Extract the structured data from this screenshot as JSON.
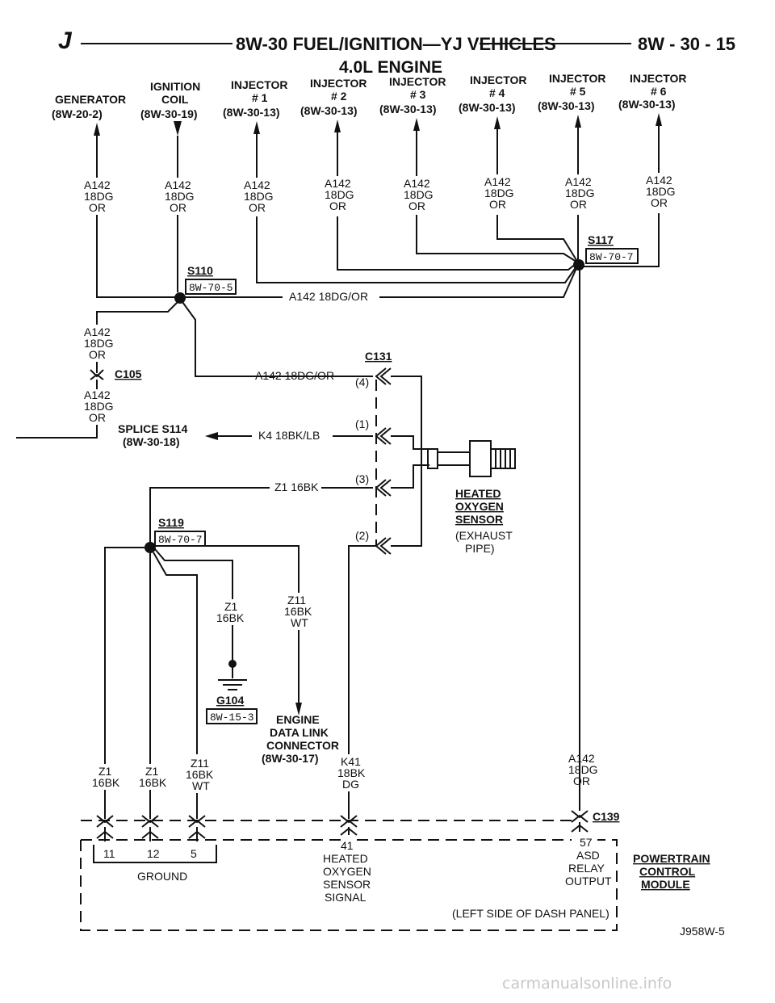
{
  "header": {
    "left": "J",
    "title": "8W-30 FUEL/IGNITION—YJ VEHICLES",
    "page": "8W - 30 - 15",
    "subtitle": "4.0L ENGINE"
  },
  "top_components": [
    {
      "name": "GENERATOR",
      "sub": "",
      "ref": "(8W-20-2)"
    },
    {
      "name": "IGNITION",
      "sub": "COIL",
      "ref": "(8W-30-19)"
    },
    {
      "name": "INJECTOR",
      "sub": "# 1",
      "ref": "(8W-30-13)"
    },
    {
      "name": "INJECTOR",
      "sub": "# 2",
      "ref": "(8W-30-13)"
    },
    {
      "name": "INJECTOR",
      "sub": "# 3",
      "ref": "(8W-30-13)"
    },
    {
      "name": "INJECTOR",
      "sub": "# 4",
      "ref": "(8W-30-13)"
    },
    {
      "name": "INJECTOR",
      "sub": "# 5",
      "ref": "(8W-30-13)"
    },
    {
      "name": "INJECTOR",
      "sub": "# 6",
      "ref": "(8W-30-13)"
    }
  ],
  "wire_label": {
    "circuit": "A142",
    "gauge": "18DG",
    "color": "OR"
  },
  "splices": {
    "s117": {
      "name": "S117",
      "ref": "8W-70-7"
    },
    "s110": {
      "name": "S110",
      "ref": "8W-70-5"
    },
    "s119": {
      "name": "S119",
      "ref": "8W-70-7"
    }
  },
  "wires": {
    "a142_h": "A142 18DG/OR",
    "a142_c131": "A142 18DG/OR",
    "k4": "K4 18BK/LB",
    "z1": "Z1 16BK"
  },
  "connectors": {
    "c105": "C105",
    "c131": "C131",
    "c139": "C139",
    "pins": [
      "(4)",
      "(1)",
      "(3)",
      "(2)"
    ]
  },
  "splice_s114": {
    "line1": "SPLICE S114",
    "line2": "(8W-30-18)"
  },
  "oxygen_sensor": {
    "name1": "HEATED",
    "name2": "OXYGEN",
    "name3": "SENSOR",
    "loc1": "(EXHAUST",
    "loc2": "PIPE)"
  },
  "ground": {
    "wire1": "Z1",
    "wire2": "16BK",
    "name": "G104",
    "ref": "8W-15-3"
  },
  "data_link": {
    "wire1": "Z11",
    "wire2": "16BK",
    "wire3": "WT",
    "line1": "ENGINE",
    "line2": "DATA LINK",
    "line3": "CONNECTOR",
    "line4": "(8W-30-17)"
  },
  "bottom_wires": {
    "w1": {
      "a": "Z1",
      "b": "16BK"
    },
    "w2": {
      "a": "Z1",
      "b": "16BK"
    },
    "w3": {
      "a": "Z11",
      "b": "16BK",
      "c": "WT"
    },
    "w4": {
      "a": "K41",
      "b": "18BK",
      "c": "DG"
    },
    "w5": {
      "a": "A142",
      "b": "18DG",
      "c": "OR"
    }
  },
  "pcm": {
    "pin11": "11",
    "pin12": "12",
    "pin5": "5",
    "ground": "GROUND",
    "pin41": "41",
    "p41_1": "HEATED",
    "p41_2": "OXYGEN",
    "p41_3": "SENSOR",
    "p41_4": "SIGNAL",
    "pin57": "57",
    "p57_1": "ASD",
    "p57_2": "RELAY",
    "p57_3": "OUTPUT",
    "location": "(LEFT SIDE OF DASH PANEL)",
    "name1": "POWERTRAIN",
    "name2": "CONTROL",
    "name3": "MODULE"
  },
  "footer": {
    "code": "J958W-5",
    "watermark": "carmanualsonline.info"
  }
}
